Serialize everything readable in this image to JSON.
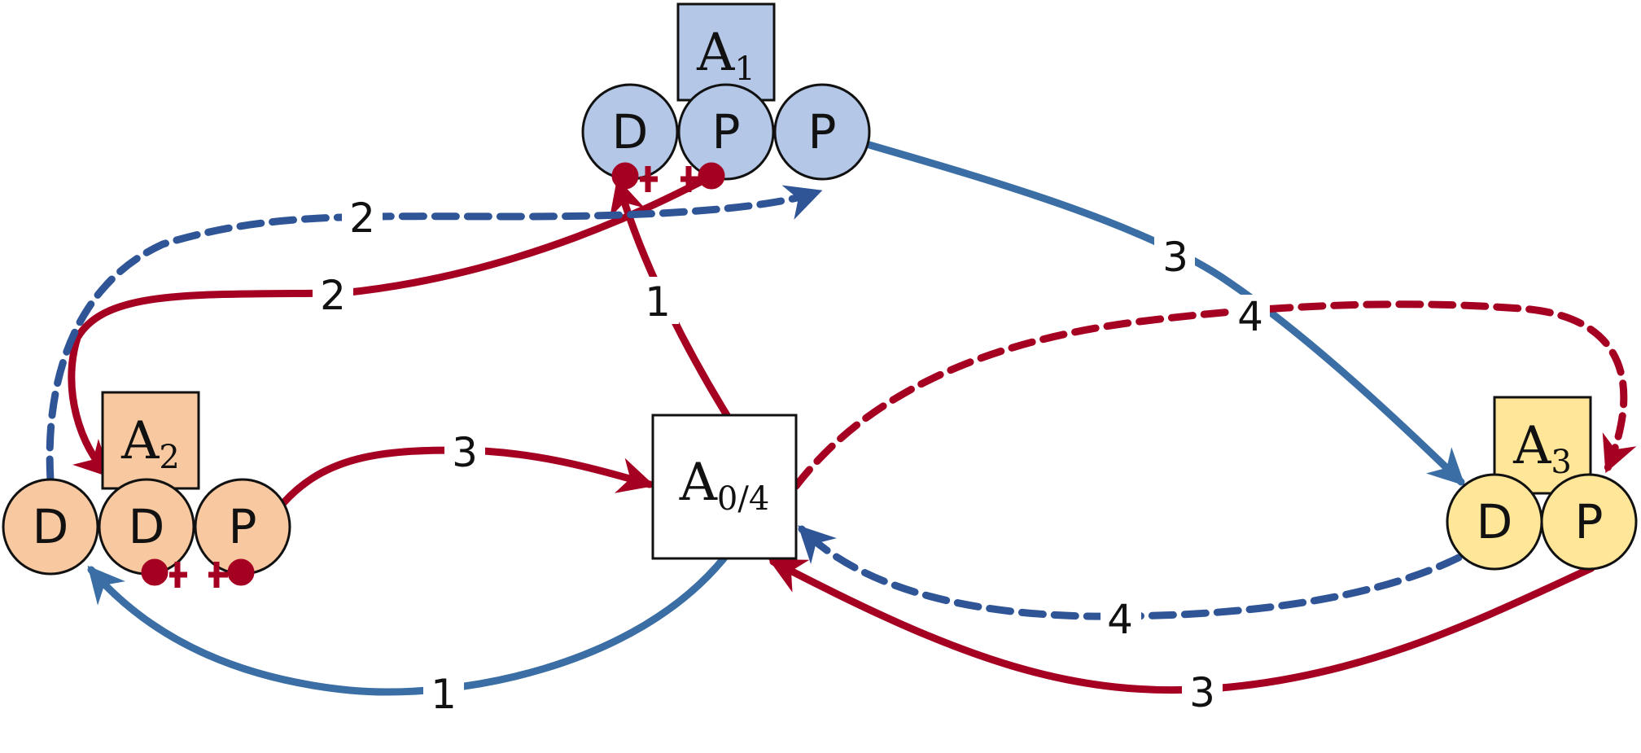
{
  "colors": {
    "red": "#a50021",
    "blue": "#3a6ea5",
    "blue_dashed": "#2f5597",
    "blue_fill": "#b4c7e7",
    "orange_fill": "#f8c8a0",
    "yellow_fill": "#ffe699",
    "outline": "#111111"
  },
  "agents": {
    "a1": {
      "base": "A",
      "sub": "1",
      "circles": [
        "D",
        "P",
        "P"
      ]
    },
    "a2": {
      "base": "A",
      "sub": "2",
      "circles": [
        "D",
        "D",
        "P"
      ]
    },
    "a3": {
      "base": "A",
      "sub": "3",
      "circles": [
        "D",
        "P"
      ]
    },
    "a04": {
      "base": "A",
      "sub": "0/4"
    }
  },
  "edges": {
    "e_a04_a1_d": {
      "label": "1",
      "style": "solid",
      "color": "red"
    },
    "e_a04_a2_d": {
      "label": "1",
      "style": "solid",
      "color": "blue"
    },
    "e_a1p_a2d": {
      "label": "2",
      "style": "solid",
      "color": "red"
    },
    "e_a2d_a1p": {
      "label": "2",
      "style": "dashed",
      "color": "blue"
    },
    "e_a2p_a04": {
      "label": "3",
      "style": "solid",
      "color": "red"
    },
    "e_a1p_a3d": {
      "label": "3",
      "style": "solid",
      "color": "blue"
    },
    "e_a3p_a04": {
      "label": "3",
      "style": "solid",
      "color": "red"
    },
    "e_a04_a3p": {
      "label": "4",
      "style": "dashed",
      "color": "red"
    },
    "e_a3d_a04": {
      "label": "4",
      "style": "dashed",
      "color": "blue"
    }
  }
}
